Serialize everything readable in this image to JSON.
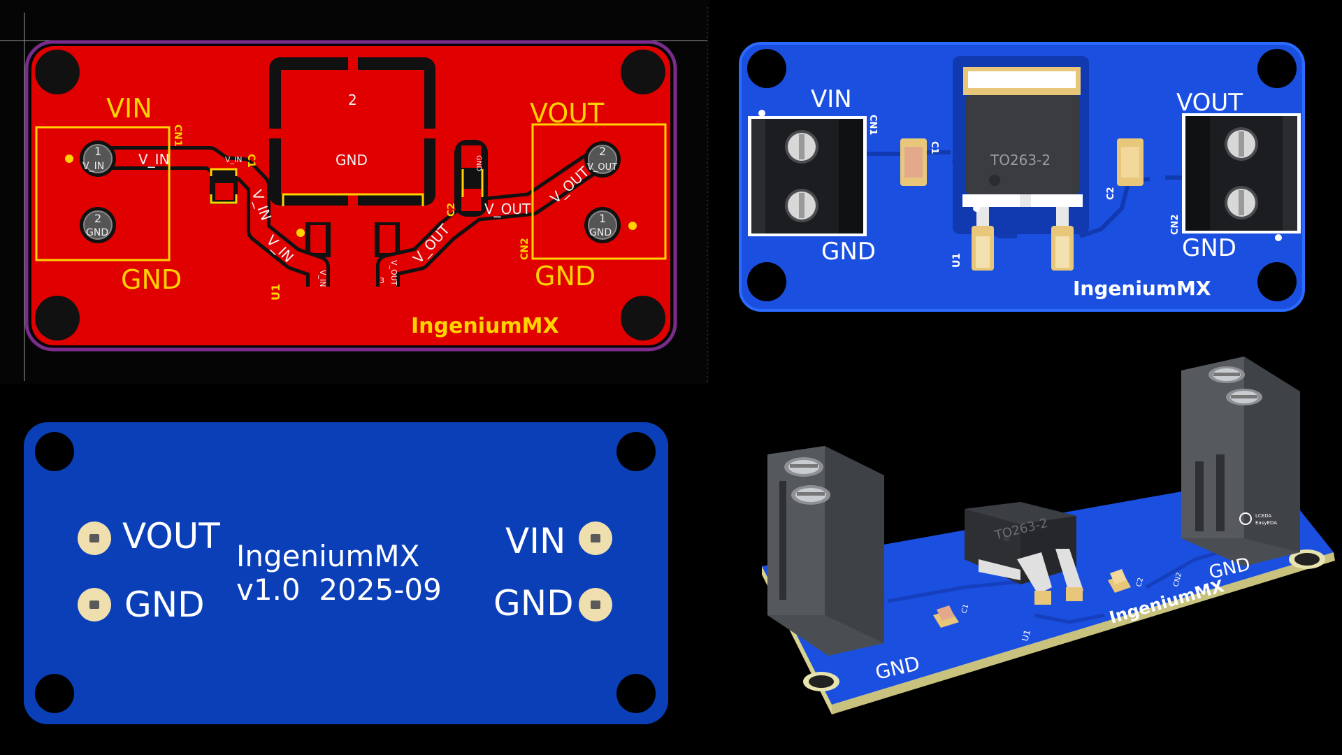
{
  "colors": {
    "background": "#000000",
    "top_copper": "#e00000",
    "board_outline": "#7a2c8c",
    "silkscreen_yellow": "#ffd200",
    "blue_mask": "#1b4fe0",
    "bottom_blue": "#0a3fb8",
    "silkscreen_white": "#ffffff",
    "pad_gold": "#e8c77a",
    "terminal_gray": "#4a4d52",
    "fr4_edge": "#e0dc9c"
  },
  "layout_view": {
    "vin": "VIN",
    "gnd_left": "GND",
    "vout": "VOUT",
    "gnd_right": "GND",
    "cn1": "CN1",
    "cn2": "CN2",
    "u1": "U1",
    "c1": "C1",
    "c2": "C2",
    "brand": "IngeniumMX",
    "pad_tab_num": "2",
    "pad_tab_net": "GND",
    "cn1_pin1_num": "1",
    "cn1_pin1_net": "V_IN",
    "cn1_pin2_num": "2",
    "cn1_pin2_net": "GND",
    "cn2_pin2_num": "2",
    "cn2_pin2_net": "V_OUT",
    "cn2_pin1_num": "1",
    "cn2_pin1_net": "GND",
    "trace_vin": "V_IN",
    "trace_vin_diag": "V_IN",
    "trace_vin_diag2": "V_IN",
    "trace_vout": "V_OUT",
    "trace_vout_diag": "V_OUT",
    "trace_vout_diag2": "V_OUT",
    "c1_net_a": "V_IN",
    "c2_net_a": "GND",
    "u1_pad1_net": "V_IN",
    "u1_pad3_num": "3",
    "u1_pad3_net": "V_OUT"
  },
  "render_top": {
    "vin": "VIN",
    "gnd_left": "GND",
    "vout": "VOUT",
    "gnd_right": "GND",
    "cn1": "CN1",
    "cn2": "CN2",
    "u1": "U1",
    "c1": "C1",
    "c2": "C2",
    "package": "TO263-2",
    "brand": "IngeniumMX"
  },
  "render_bottom": {
    "vout": "VOUT",
    "gnd_left": "GND",
    "vin": "VIN",
    "gnd_right": "GND",
    "brand": "IngeniumMX",
    "version": "v1.0  2025-09"
  },
  "render_3d": {
    "package": "TO263-2",
    "gnd_front": "GND",
    "gnd_right": "GND",
    "brand": "IngeniumMX",
    "cn2": "CN2",
    "c1": "C1",
    "c2": "C2",
    "u1": "U1",
    "logo_line1": "LCEDA",
    "logo_line2": "EasyEDA"
  }
}
